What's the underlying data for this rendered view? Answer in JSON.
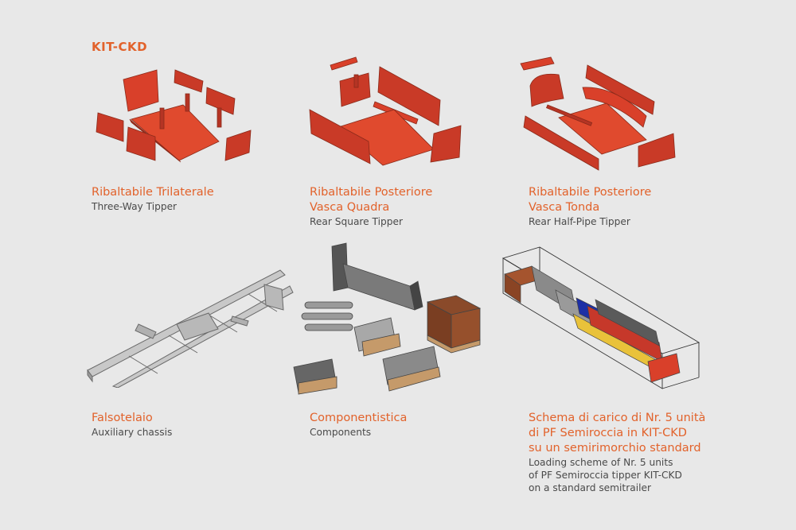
{
  "heading": "KIT-CKD",
  "items": [
    {
      "title_it": [
        "Ribaltabile Trilaterale"
      ],
      "title_en": [
        "Three-Way Tipper"
      ]
    },
    {
      "title_it": [
        "Ribaltabile Posteriore",
        "Vasca Quadra"
      ],
      "title_en": [
        "Rear Square Tipper"
      ]
    },
    {
      "title_it": [
        "Ribaltabile Posteriore",
        "Vasca Tonda"
      ],
      "title_en": [
        "Rear Half-Pipe Tipper"
      ]
    },
    {
      "title_it": [
        "Falsotelaio"
      ],
      "title_en": [
        "Auxiliary chassis"
      ]
    },
    {
      "title_it": [
        "Componentistica"
      ],
      "title_en": [
        "Components"
      ]
    },
    {
      "title_it": [
        "Schema di carico di Nr. 5 unità",
        "di PF Semiroccia in KIT-CKD",
        "su un semirimorchio standard"
      ],
      "title_en": [
        "Loading scheme of Nr. 5 units",
        "of PF Semiroccia tipper KIT-CKD",
        "on a standard semitrailer"
      ]
    }
  ],
  "colors": {
    "accent": "#e2622b",
    "caption_en": "#4a4a4a",
    "background": "#e8e8e8",
    "part_red": "#d9402a"
  }
}
